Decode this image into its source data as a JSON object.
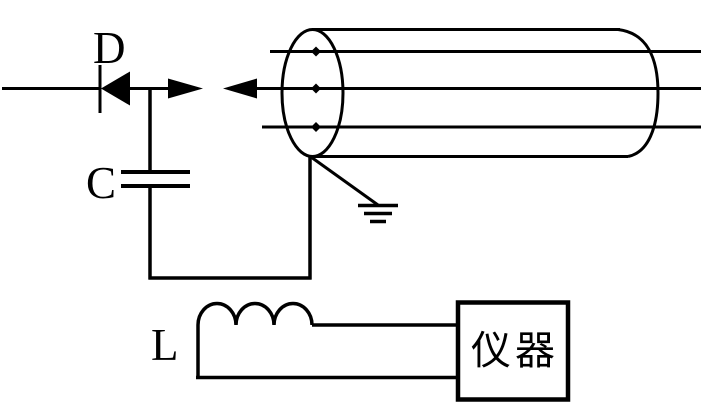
{
  "page": {
    "background": "#ffffff",
    "ink": "#000000"
  },
  "diagram": {
    "type": "circuit-schematic",
    "labels": {
      "diode": "D",
      "capacitor": "C",
      "inductor": "L",
      "instrument": "仪器"
    },
    "parts": [
      "diode-D",
      "capacitor-C",
      "needle-gap-arrows",
      "shielded-cylinder-with-three-wires",
      "earth-ground",
      "pickup-coil-L",
      "instrument-box"
    ]
  }
}
